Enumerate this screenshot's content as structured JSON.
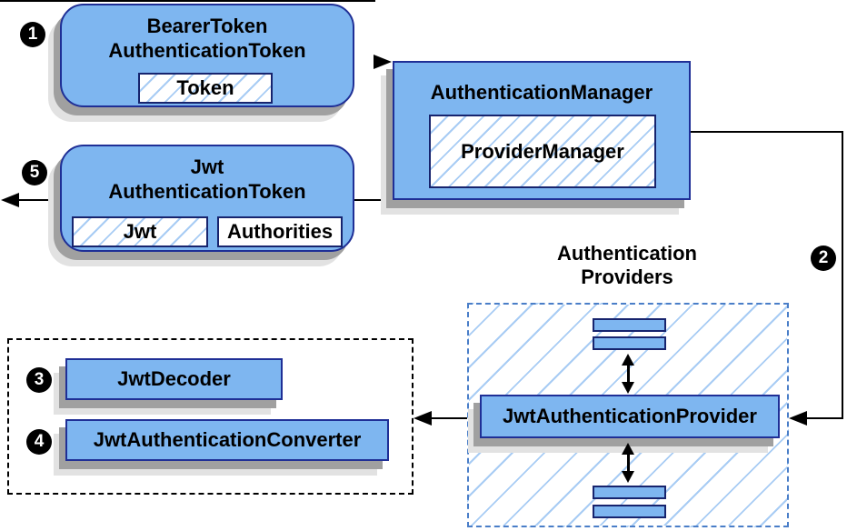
{
  "nodes": {
    "bearer": {
      "line1": "BearerToken",
      "line2": "AuthenticationToken",
      "field": "Token"
    },
    "manager": {
      "title": "AuthenticationManager",
      "inner": "ProviderManager"
    },
    "jwt_token": {
      "line1": "Jwt",
      "line2": "AuthenticationToken",
      "field_jwt": "Jwt",
      "field_authorities": "Authorities"
    },
    "provider": {
      "title": "JwtAuthenticationProvider"
    },
    "decoder": {
      "title": "JwtDecoder"
    },
    "converter": {
      "title": "JwtAuthenticationConverter"
    }
  },
  "group_label": {
    "line1": "Authentication",
    "line2": "Providers"
  },
  "steps": [
    "1",
    "2",
    "3",
    "4",
    "5"
  ],
  "colors": {
    "node_fill": "#7EB6F0",
    "node_border": "#1F2F96",
    "hatch_line": "#A8CCF4",
    "providers_dash_border": "#4A7EC8",
    "black_dash_border": "#000000",
    "line": "#000000",
    "shadow": "#A0A0A0",
    "badge_bg": "#000000",
    "badge_text": "#FFFFFF"
  }
}
